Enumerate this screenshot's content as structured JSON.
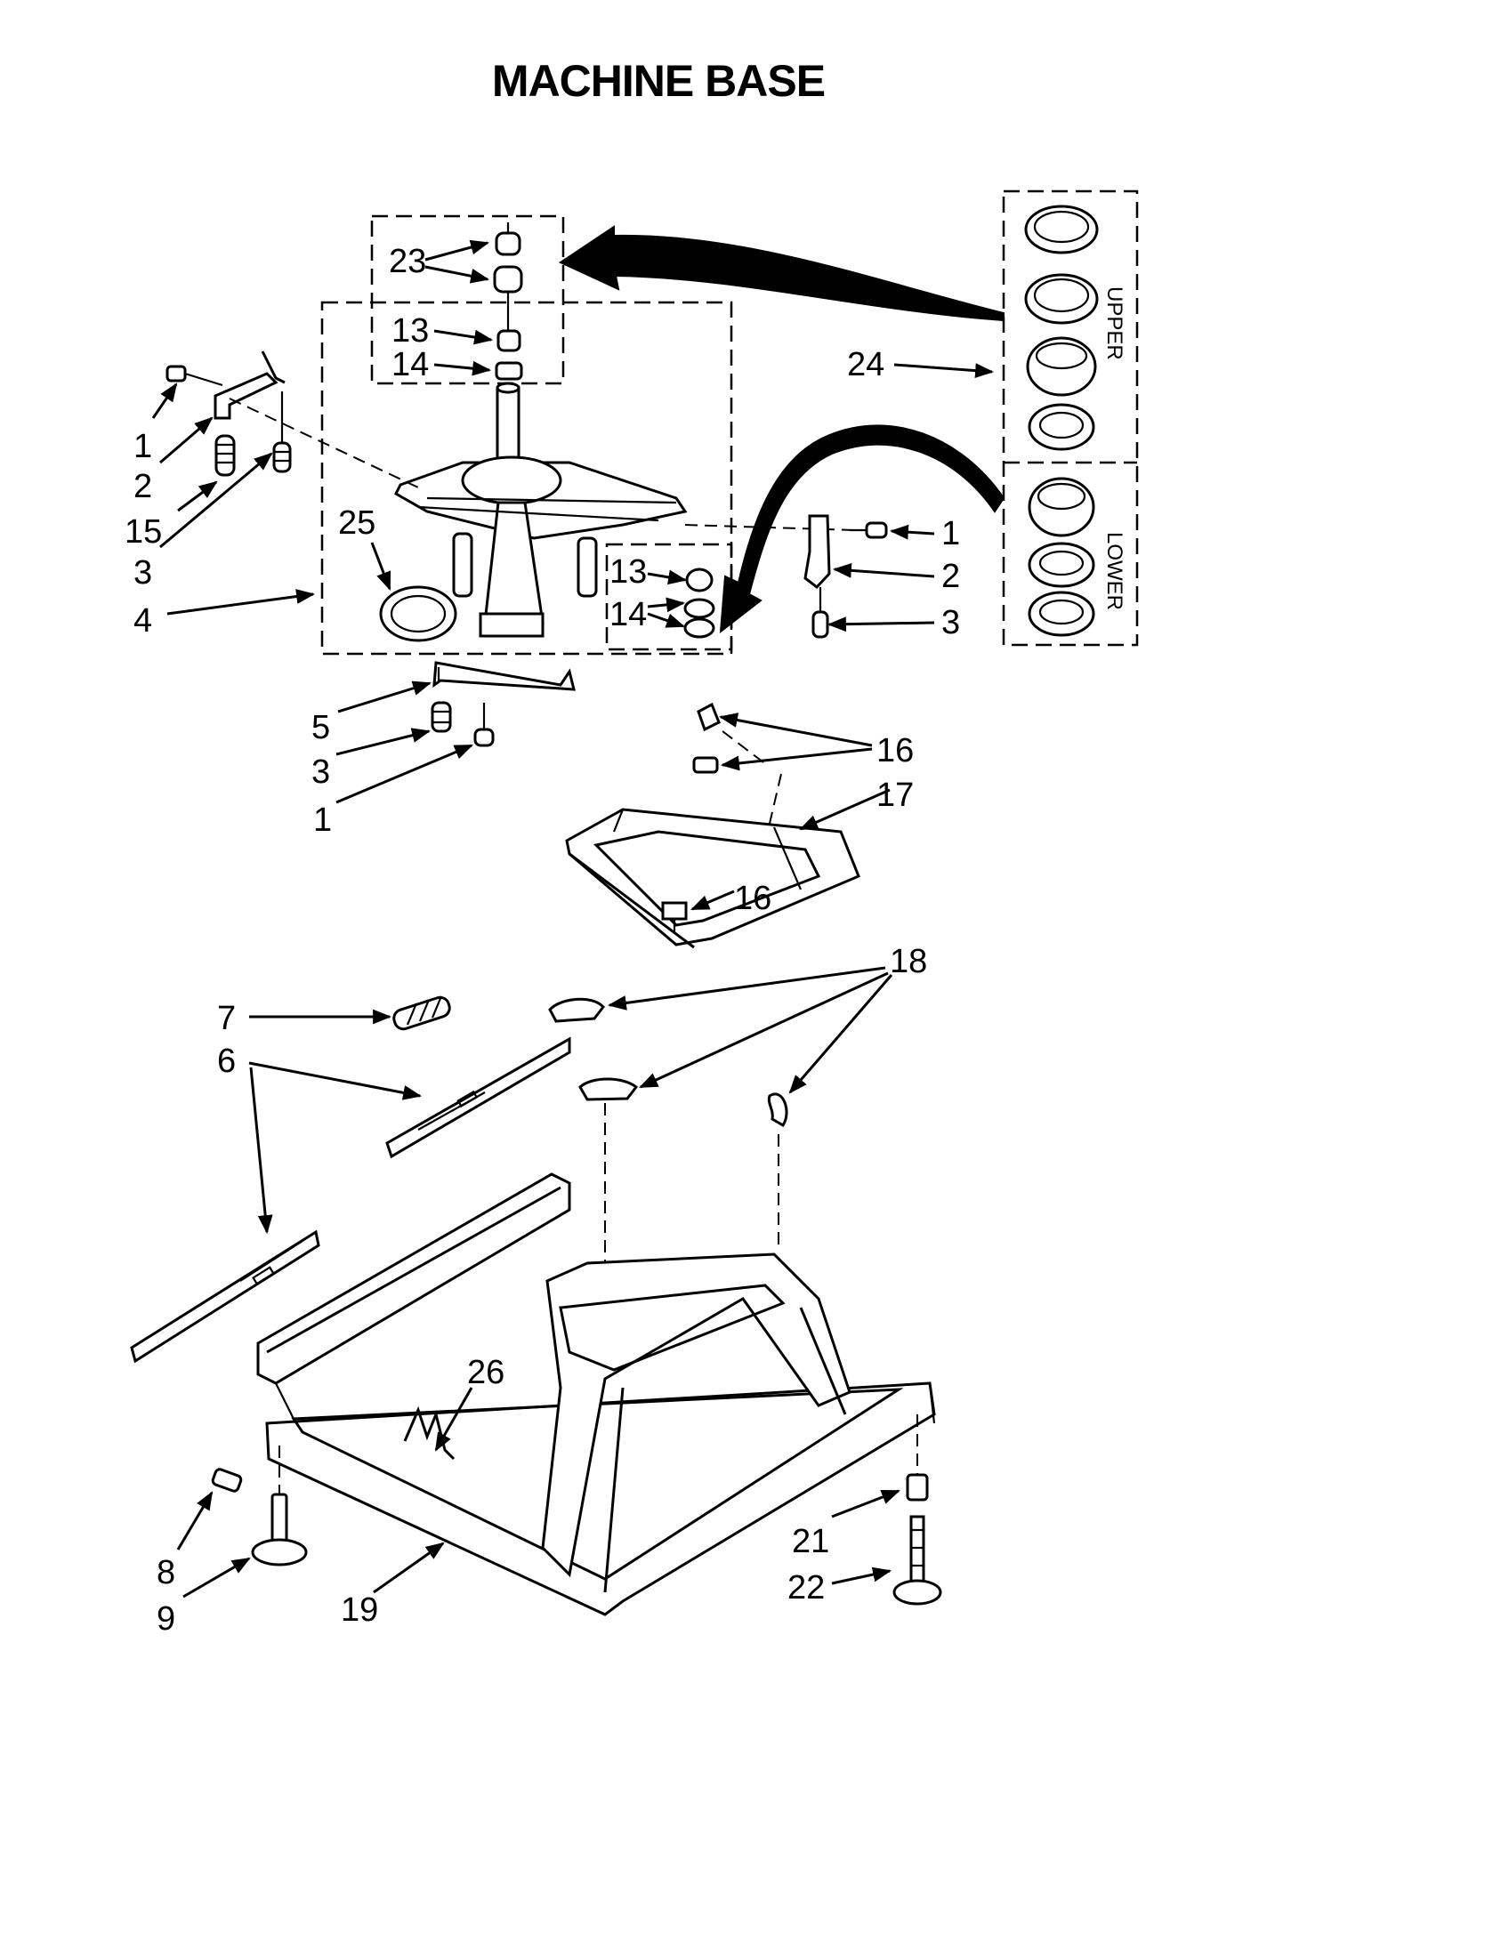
{
  "title": "MACHINE BASE",
  "kit_labels": {
    "upper": "UPPER",
    "lower": "LOWER"
  },
  "callouts": [
    {
      "id": "c-23",
      "text": "23"
    },
    {
      "id": "c-13a",
      "text": "13"
    },
    {
      "id": "c-14a",
      "text": "14"
    },
    {
      "id": "c-24",
      "text": "24"
    },
    {
      "id": "c-1a",
      "text": "1"
    },
    {
      "id": "c-2a",
      "text": "2"
    },
    {
      "id": "c-15",
      "text": "15"
    },
    {
      "id": "c-3a",
      "text": "3"
    },
    {
      "id": "c-25",
      "text": "25"
    },
    {
      "id": "c-4",
      "text": "4"
    },
    {
      "id": "c-13b",
      "text": "13"
    },
    {
      "id": "c-14b",
      "text": "14"
    },
    {
      "id": "c-1b",
      "text": "1"
    },
    {
      "id": "c-2b",
      "text": "2"
    },
    {
      "id": "c-3b",
      "text": "3"
    },
    {
      "id": "c-5",
      "text": "5"
    },
    {
      "id": "c-3c",
      "text": "3"
    },
    {
      "id": "c-1c",
      "text": "1"
    },
    {
      "id": "c-16a",
      "text": "16"
    },
    {
      "id": "c-17",
      "text": "17"
    },
    {
      "id": "c-16b",
      "text": "16"
    },
    {
      "id": "c-18",
      "text": "18"
    },
    {
      "id": "c-7",
      "text": "7"
    },
    {
      "id": "c-6",
      "text": "6"
    },
    {
      "id": "c-26",
      "text": "26"
    },
    {
      "id": "c-8",
      "text": "8"
    },
    {
      "id": "c-9",
      "text": "9"
    },
    {
      "id": "c-19",
      "text": "19"
    },
    {
      "id": "c-21",
      "text": "21"
    },
    {
      "id": "c-22",
      "text": "22"
    }
  ]
}
